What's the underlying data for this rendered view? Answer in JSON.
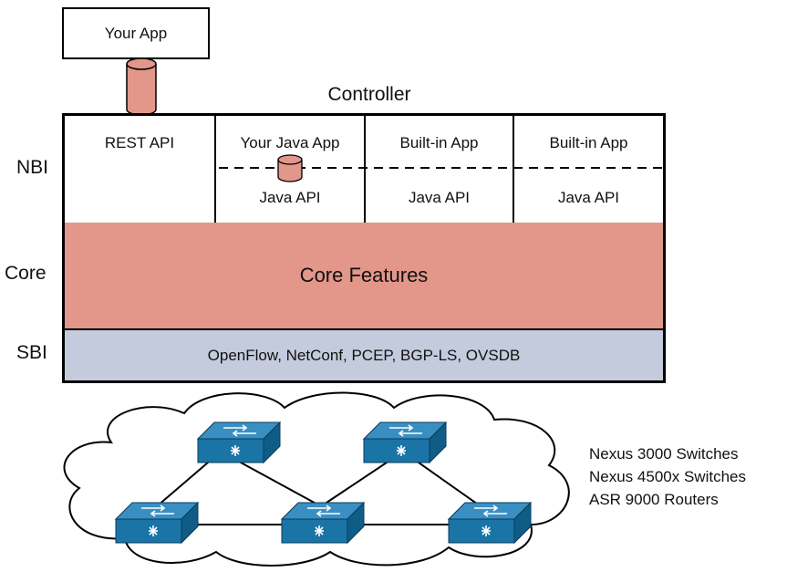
{
  "app": {
    "label": "Your App"
  },
  "controller": {
    "title": "Controller",
    "nbi": {
      "label": "NBI",
      "cells": [
        {
          "top": "REST API",
          "bottom": ""
        },
        {
          "top": "Your Java App",
          "bottom": "Java API"
        },
        {
          "top": "Built-in App",
          "bottom": "Java API"
        },
        {
          "top": "Built-in App",
          "bottom": "Java API"
        }
      ]
    },
    "core": {
      "label": "Core",
      "text": "Core Features"
    },
    "sbi": {
      "label": "SBI",
      "text": "OpenFlow, NetConf, PCEP, BGP-LS, OVSDB"
    }
  },
  "network": {
    "devices": [
      "Nexus 3000 Switches",
      "Nexus 4500x Switches",
      "ASR 9000 Routers"
    ],
    "icon": "network-switch-icon"
  },
  "colors": {
    "core": "#e3968a",
    "sbi": "#c4cbdc",
    "cylinder": "#e3968a",
    "switch": "#1a74a6"
  }
}
